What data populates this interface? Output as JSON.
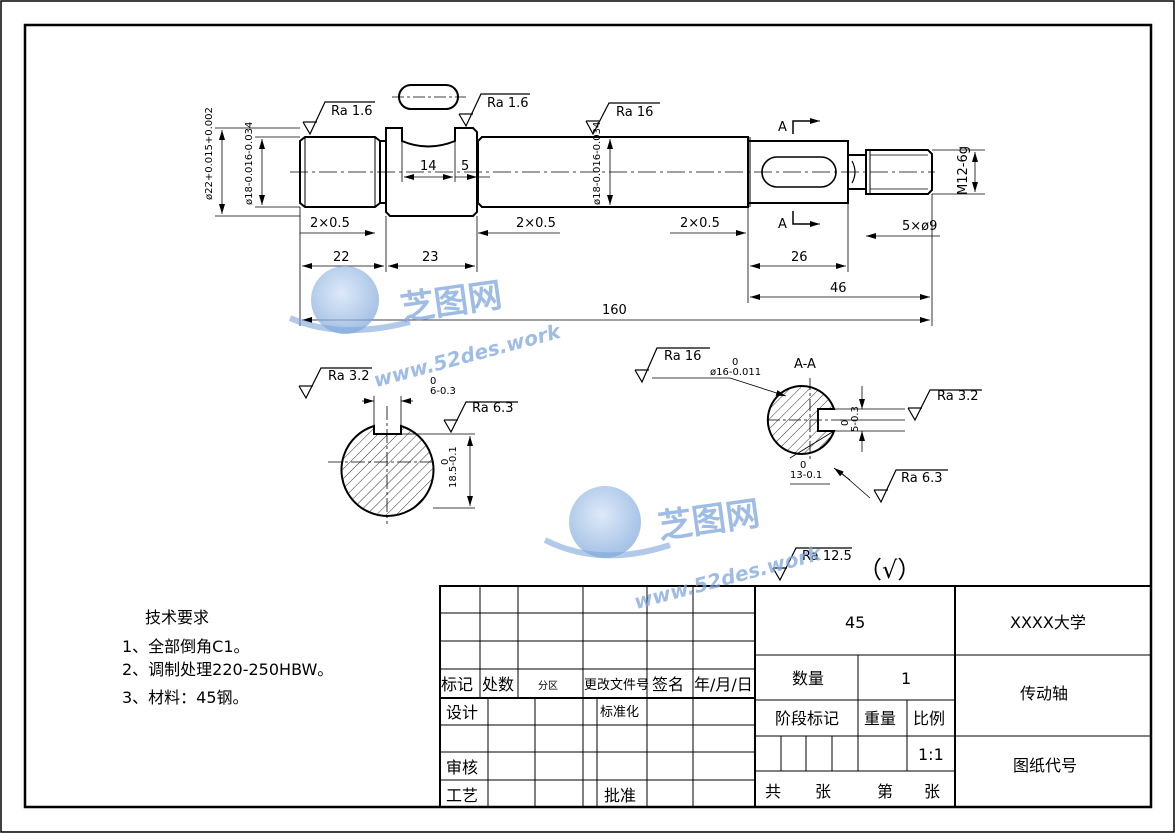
{
  "dimensions": {
    "ra_shaft_left": "Ra 1.6",
    "ra_shaft_groove": "Ra 1.6",
    "ra_shaft_mid": "Ra 16",
    "tol_d22": "ø22+0.015+0.002",
    "tol_d18": "ø18-0.016-0.034",
    "tol_d18_mid": "ø18-0.016-0.034",
    "thread": "M12-6g",
    "len_14": "14",
    "len_5": "5",
    "ch1": "2×0.5",
    "ch2": "2×0.5",
    "ch3": "2×0.5",
    "len_22": "22",
    "len_23": "23",
    "len_26": "26",
    "len_46": "46",
    "len_160": "160",
    "undercut": "5×ø9",
    "section_a_top": "A",
    "section_a_bottom": "A",
    "ra_left_sec_a": "Ra 3.2",
    "ra_left_sec_b": "Ra 6.3",
    "key_width": "6-0.3",
    "key_width_top": "0",
    "depth_18_5": "18.5-0.1",
    "depth_18_5_top": "0",
    "ra_right_sec_a": "Ra 16",
    "d16": "ø16-0.011",
    "d16_top": "0",
    "section_title": "A-A",
    "ra_right_sec_b": "Ra 3.2",
    "ra_right_sec_c": "Ra 6.3",
    "key5": "5-0.3",
    "key5_top": "0",
    "depth13": "13-0.1",
    "depth13_top": "0",
    "ra_general": "Ra 12.5",
    "check_mark": "（√）"
  },
  "requirements": {
    "title": "技术要求",
    "items": [
      "1、全部倒角C1。",
      "2、调制处理220-250HBW。",
      "3、材料：45钢。"
    ]
  },
  "title_block": {
    "material": "45",
    "school": "XXXX大学",
    "quantity_label": "数量",
    "quantity_value": "1",
    "part_name": "传动轴",
    "stage_label": "阶段标记",
    "weight_label": "重量",
    "scale_label": "比例",
    "scale_value": "1:1",
    "drawing_no_label": "图纸代号",
    "total_label": "共",
    "sheets_label": "张",
    "page_label": "第",
    "sheet_label": "张",
    "rev_mark": "标记",
    "rev_qty": "处数",
    "rev_zone": "分区",
    "rev_doc": "更改文件号",
    "rev_sign": "签名",
    "rev_date": "年/月/日",
    "design": "设计",
    "standard": "标准化",
    "review": "审核",
    "process": "工艺",
    "approve": "批准"
  },
  "watermark": {
    "brand_1": "芝图网",
    "url_1": "www.52des.work",
    "brand_2": "芝图网",
    "url_2": "www.52des.work"
  }
}
